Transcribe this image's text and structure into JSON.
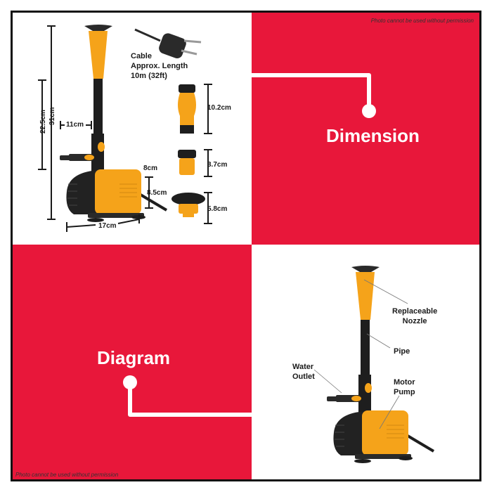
{
  "notice": "Photo cannot be used without permission",
  "colors": {
    "red": "#e8173a",
    "orange": "#f5a31a",
    "dark": "#1e1e1e"
  },
  "dimension_panel": {
    "title": "Dimension",
    "cable_label": [
      "Cable",
      "Approx. Length",
      "10m (32ft)"
    ],
    "measurements": {
      "total_height": "31cm",
      "pipe_height": "22.5cm",
      "outlet_width": "11cm",
      "depth": "8cm",
      "body_height": "8.5cm",
      "length": "17cm"
    },
    "nozzles": [
      "10.2cm",
      "3.7cm",
      "5.8cm"
    ]
  },
  "diagram_panel": {
    "title": "Diagram",
    "labels": {
      "nozzle": [
        "Replaceable",
        "Nozzle"
      ],
      "pipe": "Pipe",
      "outlet": [
        "Water",
        "Outlet"
      ],
      "pump": [
        "Motor",
        "Pump"
      ]
    }
  }
}
